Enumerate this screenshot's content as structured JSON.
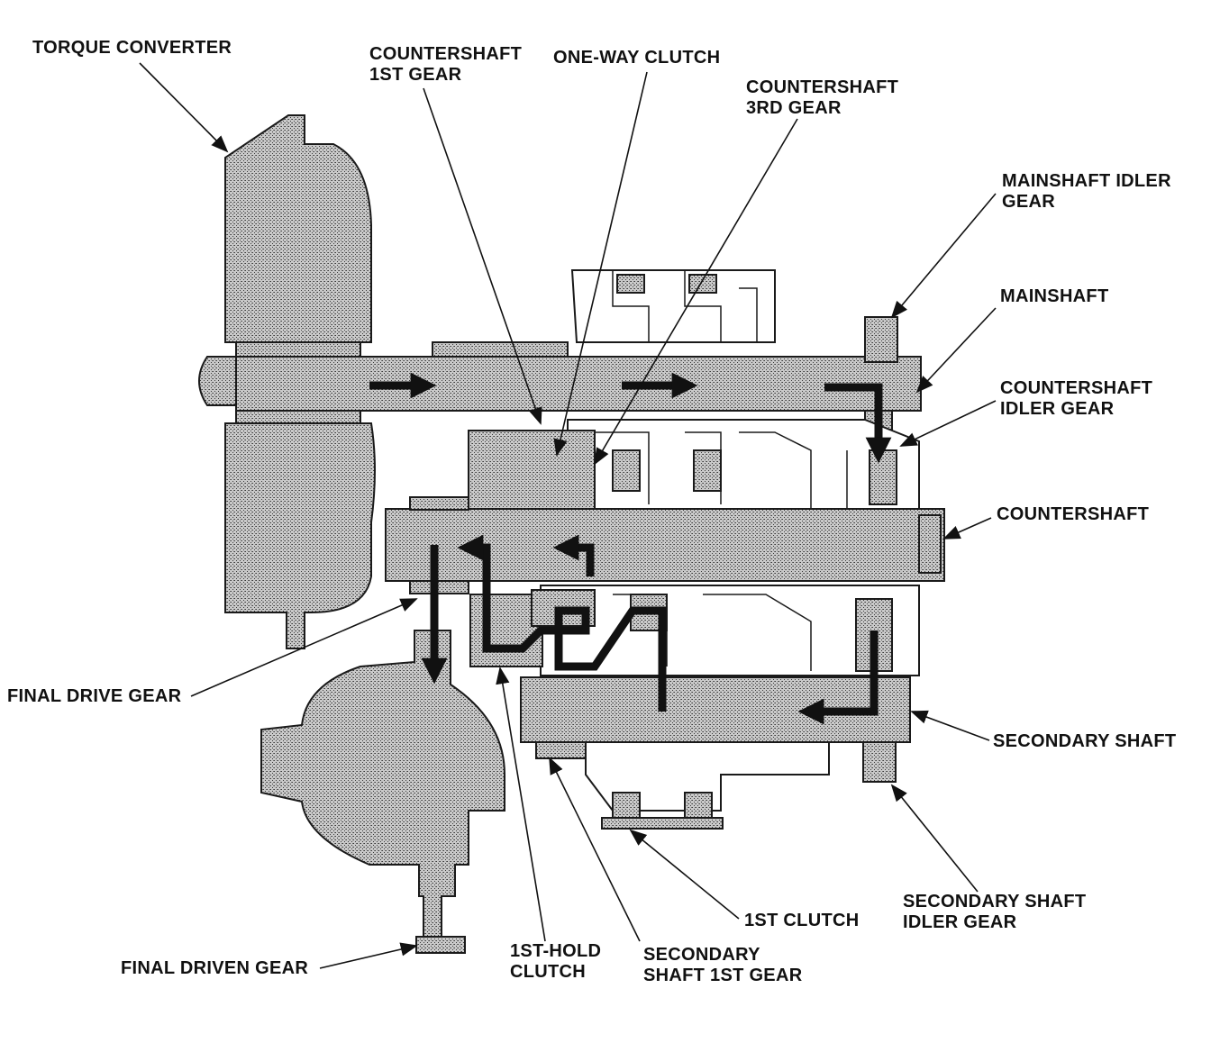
{
  "labels": {
    "torque_converter": "TORQUE CONVERTER",
    "countershaft_1st_gear": [
      "COUNTERSHAFT",
      "1ST GEAR"
    ],
    "one_way_clutch": "ONE-WAY CLUTCH",
    "countershaft_3rd_gear": [
      "COUNTERSHAFT",
      "3RD GEAR"
    ],
    "mainshaft_idler_gear": [
      "MAINSHAFT IDLER",
      "GEAR"
    ],
    "mainshaft": "MAINSHAFT",
    "countershaft_idler_gear": [
      "COUNTERSHAFT",
      "IDLER GEAR"
    ],
    "countershaft": "COUNTERSHAFT",
    "final_drive_gear": "FINAL DRIVE GEAR",
    "secondary_shaft": "SECONDARY SHAFT",
    "secondary_shaft_idler_gear": [
      "SECONDARY SHAFT",
      "IDLER GEAR"
    ],
    "first_clutch": "1ST CLUTCH",
    "final_driven_gear": "FINAL DRIVEN GEAR",
    "first_hold_clutch": [
      "1ST-HOLD",
      "CLUTCH"
    ],
    "secondary_shaft_1st_gear": [
      "SECONDARY",
      "SHAFT 1ST GEAR"
    ]
  },
  "colors": {
    "ink": "#111111",
    "stipple": "#9a9a9a"
  }
}
